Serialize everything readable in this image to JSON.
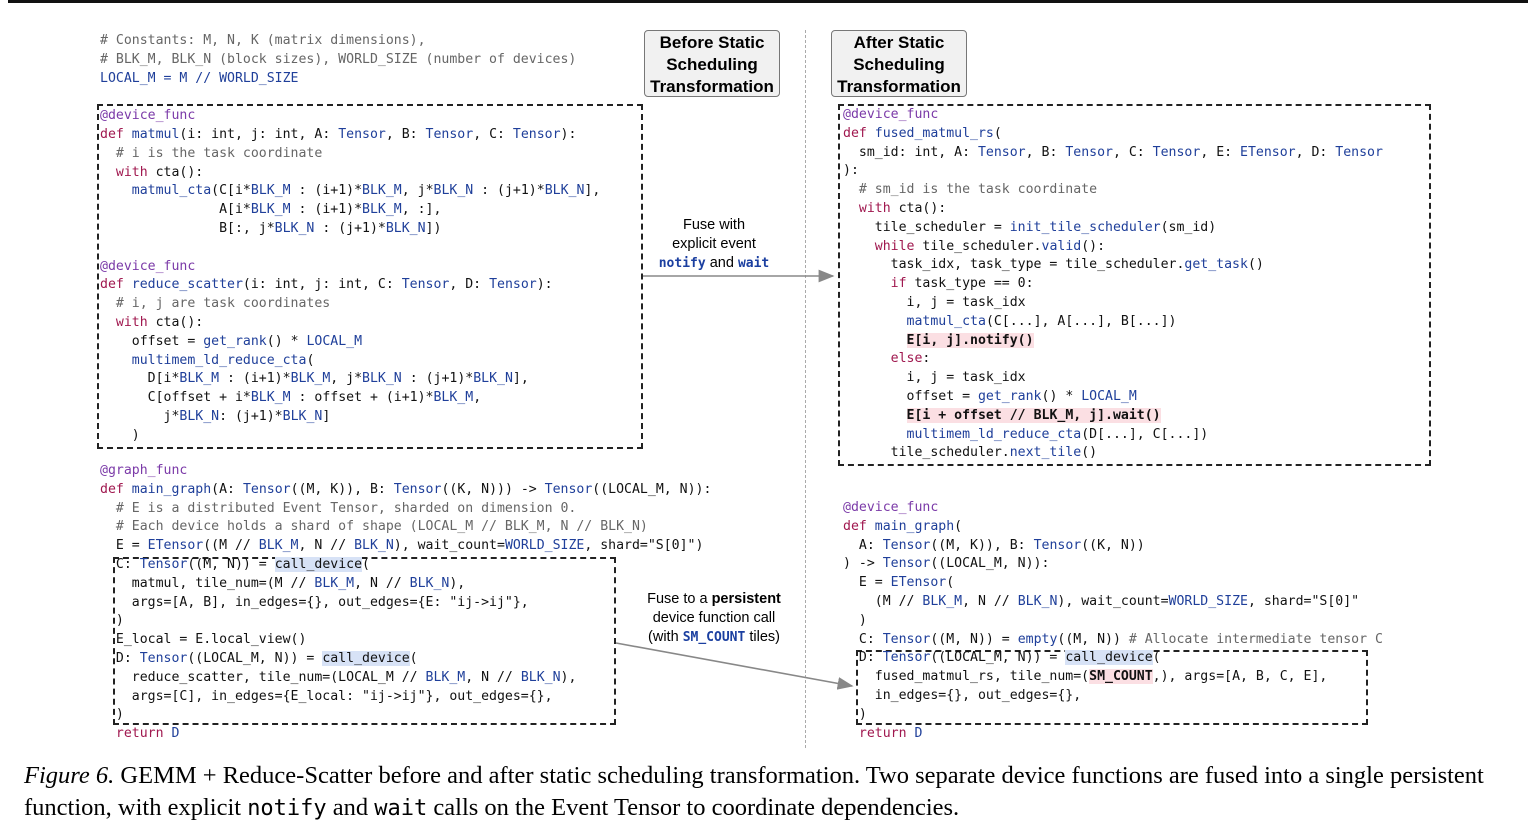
{
  "headers": {
    "before": "Before Static Scheduling Transformation",
    "after": "After Static Scheduling Transformation"
  },
  "labels": {
    "fuse1_line1": "Fuse with",
    "fuse1_line2": "explicit event",
    "fuse1_notify": "notify",
    "fuse1_and": "and",
    "fuse1_wait": "wait",
    "fuse2_pre": "Fuse to a",
    "fuse2_bold": "persistent",
    "fuse2_line2": "device function call",
    "fuse2_line3_pre": "(with",
    "fuse2_smcount": "SM_COUNT",
    "fuse2_line3_post": "tiles)"
  },
  "caption": {
    "fig": "Figure 6.",
    "text1": "GEMM + Reduce-Scatter before and after static scheduling transformation. Two separate device functions are fused into a single persistent function, with explicit",
    "notify": "notify",
    "and": "and",
    "wait": "wait",
    "text2": "calls on the Event Tensor to coordinate dependencies."
  },
  "code": {
    "before_top": [
      [
        [
          "c",
          "# Constants: M, N, K (matrix dimensions),"
        ]
      ],
      [
        [
          "c",
          "# BLK_M, BLK_N (block sizes), WORLD_SIZE (number of devices)"
        ]
      ],
      [
        [
          "t",
          "LOCAL_M = M // WORLD_SIZE"
        ]
      ],
      [
        [
          "",
          ""
        ]
      ],
      [
        [
          "d",
          "@device_func"
        ]
      ],
      [
        [
          "k",
          "def "
        ],
        [
          "t",
          "matmul"
        ],
        [
          "",
          "(i: int, j: int, A: "
        ],
        [
          "t",
          "Tensor"
        ],
        [
          "",
          ", B: "
        ],
        [
          "t",
          "Tensor"
        ],
        [
          "",
          ", C: "
        ],
        [
          "t",
          "Tensor"
        ],
        [
          "",
          "):"
        ]
      ],
      [
        [
          "c",
          "  # i is the task coordinate"
        ]
      ],
      [
        [
          "k",
          "  with "
        ],
        [
          "",
          "cta():"
        ]
      ],
      [
        [
          "",
          "    "
        ],
        [
          "t",
          "matmul_cta"
        ],
        [
          "",
          "(C[i*"
        ],
        [
          "t",
          "BLK_M"
        ],
        [
          "",
          " : (i+1)*"
        ],
        [
          "t",
          "BLK_M"
        ],
        [
          "",
          ", j*"
        ],
        [
          "t",
          "BLK_N"
        ],
        [
          "",
          " : (j+1)*"
        ],
        [
          "t",
          "BLK_N"
        ],
        [
          "",
          "],"
        ]
      ],
      [
        [
          "",
          "               A[i*"
        ],
        [
          "t",
          "BLK_M"
        ],
        [
          "",
          " : (i+1)*"
        ],
        [
          "t",
          "BLK_M"
        ],
        [
          "",
          ", :],"
        ]
      ],
      [
        [
          "",
          "               B[:, j*"
        ],
        [
          "t",
          "BLK_N"
        ],
        [
          "",
          " : (j+1)*"
        ],
        [
          "t",
          "BLK_N"
        ],
        [
          "",
          "])"
        ]
      ],
      [
        [
          "",
          ""
        ]
      ],
      [
        [
          "d",
          "@device_func"
        ]
      ],
      [
        [
          "k",
          "def "
        ],
        [
          "t",
          "reduce_scatter"
        ],
        [
          "",
          "(i: int, j: int, C: "
        ],
        [
          "t",
          "Tensor"
        ],
        [
          "",
          ", D: "
        ],
        [
          "t",
          "Tensor"
        ],
        [
          "",
          "):"
        ]
      ],
      [
        [
          "c",
          "  # i, j are task coordinates"
        ]
      ],
      [
        [
          "k",
          "  with "
        ],
        [
          "",
          "cta():"
        ]
      ],
      [
        [
          "",
          "    offset = "
        ],
        [
          "t",
          "get_rank"
        ],
        [
          "",
          "() * "
        ],
        [
          "t",
          "LOCAL_M"
        ]
      ],
      [
        [
          "",
          "    "
        ],
        [
          "t",
          "multimem_ld_reduce_cta"
        ],
        [
          "",
          "("
        ]
      ],
      [
        [
          "",
          "      D[i*"
        ],
        [
          "t",
          "BLK_M"
        ],
        [
          "",
          " : (i+1)*"
        ],
        [
          "t",
          "BLK_M"
        ],
        [
          "",
          ", j*"
        ],
        [
          "t",
          "BLK_N"
        ],
        [
          "",
          " : (j+1)*"
        ],
        [
          "t",
          "BLK_N"
        ],
        [
          "",
          "],"
        ]
      ],
      [
        [
          "",
          "      C[offset + i*"
        ],
        [
          "t",
          "BLK_M"
        ],
        [
          "",
          " : offset + (i+1)*"
        ],
        [
          "t",
          "BLK_M"
        ],
        [
          "",
          ","
        ]
      ],
      [
        [
          "",
          "        j*"
        ],
        [
          "t",
          "BLK_N"
        ],
        [
          "",
          ": (j+1)*"
        ],
        [
          "t",
          "BLK_N"
        ],
        [
          "",
          "]"
        ]
      ],
      [
        [
          "",
          "    )"
        ]
      ]
    ],
    "before_graph": [
      [
        [
          "d",
          "@graph_func"
        ]
      ],
      [
        [
          "k",
          "def "
        ],
        [
          "t",
          "main_graph"
        ],
        [
          "",
          "(A: "
        ],
        [
          "t",
          "Tensor"
        ],
        [
          "",
          "((M, K)), B: "
        ],
        [
          "t",
          "Tensor"
        ],
        [
          "",
          "((K, N))) -> "
        ],
        [
          "t",
          "Tensor"
        ],
        [
          "",
          "((LOCAL_M, N)):"
        ]
      ],
      [
        [
          "c",
          "  # E is a distributed Event Tensor, sharded on dimension 0."
        ]
      ],
      [
        [
          "c",
          "  # Each device holds a shard of shape (LOCAL_M // BLK_M, N // BLK_N)"
        ]
      ],
      [
        [
          "",
          "  E = "
        ],
        [
          "t",
          "ETensor"
        ],
        [
          "",
          "((M // "
        ],
        [
          "t",
          "BLK_M"
        ],
        [
          "",
          ", N // "
        ],
        [
          "t",
          "BLK_N"
        ],
        [
          "",
          "), wait_count="
        ],
        [
          "t",
          "WORLD_SIZE"
        ],
        [
          "",
          ", shard=\"S[0]\")"
        ]
      ],
      [
        [
          "",
          "  C: "
        ],
        [
          "t",
          "Tensor"
        ],
        [
          "",
          "((M, N)) = "
        ],
        [
          "hb",
          "call_device"
        ],
        [
          "",
          "("
        ]
      ],
      [
        [
          "",
          "    matmul, tile_num=(M // "
        ],
        [
          "t",
          "BLK_M"
        ],
        [
          "",
          ", N // "
        ],
        [
          "t",
          "BLK_N"
        ],
        [
          "",
          "),"
        ]
      ],
      [
        [
          "",
          "    args=[A, B], in_edges={}, out_edges={E: \"ij->ij\"},"
        ]
      ],
      [
        [
          "",
          "  )"
        ]
      ],
      [
        [
          "",
          "  E_local = E.local_view()"
        ]
      ],
      [
        [
          "",
          "  D: "
        ],
        [
          "t",
          "Tensor"
        ],
        [
          "",
          "((LOCAL_M, N)) = "
        ],
        [
          "hb",
          "call_device"
        ],
        [
          "",
          "("
        ]
      ],
      [
        [
          "",
          "    reduce_scatter, tile_num=(LOCAL_M // "
        ],
        [
          "t",
          "BLK_M"
        ],
        [
          "",
          ", N // "
        ],
        [
          "t",
          "BLK_N"
        ],
        [
          "",
          "),"
        ]
      ],
      [
        [
          "",
          "    args=[C], in_edges={E_local: \"ij->ij\"}, out_edges={},"
        ]
      ],
      [
        [
          "",
          "  )"
        ]
      ],
      [
        [
          "k",
          "  return "
        ],
        [
          "t",
          "D"
        ]
      ]
    ],
    "after_top": [
      [
        [
          "d",
          "@device_func"
        ]
      ],
      [
        [
          "k",
          "def "
        ],
        [
          "t",
          "fused_matmul_rs"
        ],
        [
          "",
          "("
        ]
      ],
      [
        [
          "",
          "  sm_id: int, A: "
        ],
        [
          "t",
          "Tensor"
        ],
        [
          "",
          ", B: "
        ],
        [
          "t",
          "Tensor"
        ],
        [
          "",
          ", C: "
        ],
        [
          "t",
          "Tensor"
        ],
        [
          "",
          ", E: "
        ],
        [
          "t",
          "ETensor"
        ],
        [
          "",
          ", D: "
        ],
        [
          "t",
          "Tensor"
        ]
      ],
      [
        [
          "",
          "):"
        ]
      ],
      [
        [
          "c",
          "  # sm_id is the task coordinate"
        ]
      ],
      [
        [
          "k",
          "  with "
        ],
        [
          "",
          "cta():"
        ]
      ],
      [
        [
          "",
          "    tile_scheduler = "
        ],
        [
          "t",
          "init_tile_scheduler"
        ],
        [
          "",
          "(sm_id)"
        ]
      ],
      [
        [
          "k",
          "    while "
        ],
        [
          "",
          "tile_scheduler."
        ],
        [
          "t",
          "valid"
        ],
        [
          "",
          "():"
        ]
      ],
      [
        [
          "",
          "      task_idx, task_type = tile_scheduler."
        ],
        [
          "t",
          "get_task"
        ],
        [
          "",
          "()"
        ]
      ],
      [
        [
          "k",
          "      if "
        ],
        [
          "",
          "task_type == 0:"
        ]
      ],
      [
        [
          "",
          "        i, j = task_idx"
        ]
      ],
      [
        [
          "",
          "        "
        ],
        [
          "t",
          "matmul_cta"
        ],
        [
          "",
          "(C[...], A[...], B[...])"
        ]
      ],
      [
        [
          "",
          "        "
        ],
        [
          "hp",
          "E[i, j].notify()"
        ]
      ],
      [
        [
          "k",
          "      else"
        ],
        [
          "",
          ":"
        ]
      ],
      [
        [
          "",
          "        i, j = task_idx"
        ]
      ],
      [
        [
          "",
          "        offset = "
        ],
        [
          "t",
          "get_rank"
        ],
        [
          "",
          "() * "
        ],
        [
          "t",
          "LOCAL_M"
        ]
      ],
      [
        [
          "",
          "        "
        ],
        [
          "hp",
          "E[i + offset // BLK_M, j].wait()"
        ]
      ],
      [
        [
          "",
          "        "
        ],
        [
          "t",
          "multimem_ld_reduce_cta"
        ],
        [
          "",
          "(D[...], C[...])"
        ]
      ],
      [
        [
          "",
          "      tile_scheduler."
        ],
        [
          "t",
          "next_tile"
        ],
        [
          "",
          "()"
        ]
      ]
    ],
    "after_graph": [
      [
        [
          "d",
          "@device_func"
        ]
      ],
      [
        [
          "k",
          "def "
        ],
        [
          "t",
          "main_graph"
        ],
        [
          "",
          "("
        ]
      ],
      [
        [
          "",
          "  A: "
        ],
        [
          "t",
          "Tensor"
        ],
        [
          "",
          "((M, K)), B: "
        ],
        [
          "t",
          "Tensor"
        ],
        [
          "",
          "((K, N))"
        ]
      ],
      [
        [
          "",
          ") -> "
        ],
        [
          "t",
          "Tensor"
        ],
        [
          "",
          "((LOCAL_M, N)):"
        ]
      ],
      [
        [
          "",
          "  E = "
        ],
        [
          "t",
          "ETensor"
        ],
        [
          "",
          "("
        ]
      ],
      [
        [
          "",
          "    (M // "
        ],
        [
          "t",
          "BLK_M"
        ],
        [
          "",
          ", N // "
        ],
        [
          "t",
          "BLK_N"
        ],
        [
          "",
          "), wait_count="
        ],
        [
          "t",
          "WORLD_SIZE"
        ],
        [
          "",
          ", shard=\"S[0]\""
        ]
      ],
      [
        [
          "",
          "  )"
        ]
      ],
      [
        [
          "",
          "  C: "
        ],
        [
          "t",
          "Tensor"
        ],
        [
          "",
          "((M, N)) = "
        ],
        [
          "t",
          "empty"
        ],
        [
          "",
          "((M, N)) "
        ],
        [
          "c",
          "# Allocate intermediate tensor C"
        ]
      ],
      [
        [
          "",
          "  D: "
        ],
        [
          "t",
          "Tensor"
        ],
        [
          "",
          "((LOCAL_M, N)) = "
        ],
        [
          "hb",
          "call_device"
        ],
        [
          "",
          "("
        ]
      ],
      [
        [
          "",
          "    fused_matmul_rs, tile_num=("
        ],
        [
          "hp",
          "SM_COUNT"
        ],
        [
          "",
          ",), args=[A, B, C, E],"
        ]
      ],
      [
        [
          "",
          "    in_edges={}, out_edges={},"
        ]
      ],
      [
        [
          "",
          "  )"
        ]
      ],
      [
        [
          "k",
          "  return "
        ],
        [
          "t",
          "D"
        ]
      ]
    ]
  }
}
